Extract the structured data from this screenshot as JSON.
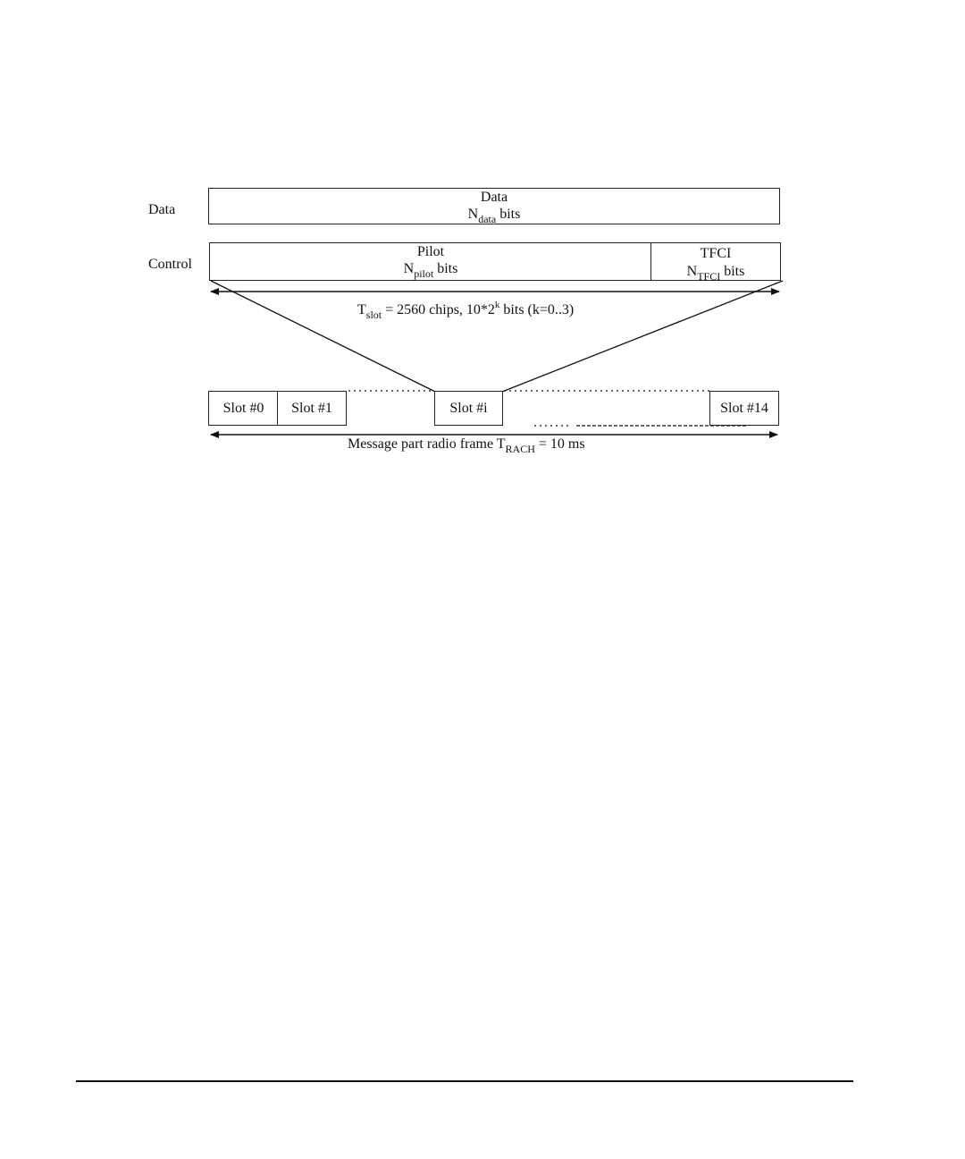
{
  "rows": {
    "data_label": "Data",
    "control_label": "Control"
  },
  "data_field": {
    "title": "Data",
    "n": "N",
    "sub": "data",
    "unit": "bits"
  },
  "pilot_field": {
    "title": "Pilot",
    "n": "N",
    "sub": "pilot",
    "unit": "bits"
  },
  "tfci_field": {
    "title": "TFCI",
    "n": "N",
    "sub": "TFCI",
    "unit": "bits"
  },
  "tslot": {
    "t": "T",
    "sub": "slot",
    "text1": "= 2560 chips, 10*2",
    "sup": "k",
    "text2": "bits (k=0..3)"
  },
  "slots": {
    "s0": "Slot #0",
    "s1": "Slot #1",
    "si": "Slot #i",
    "s14": "Slot #14"
  },
  "frame": {
    "text1": "Message part radio frame T",
    "sub": "RACH",
    "text2": "= 10 ms"
  }
}
